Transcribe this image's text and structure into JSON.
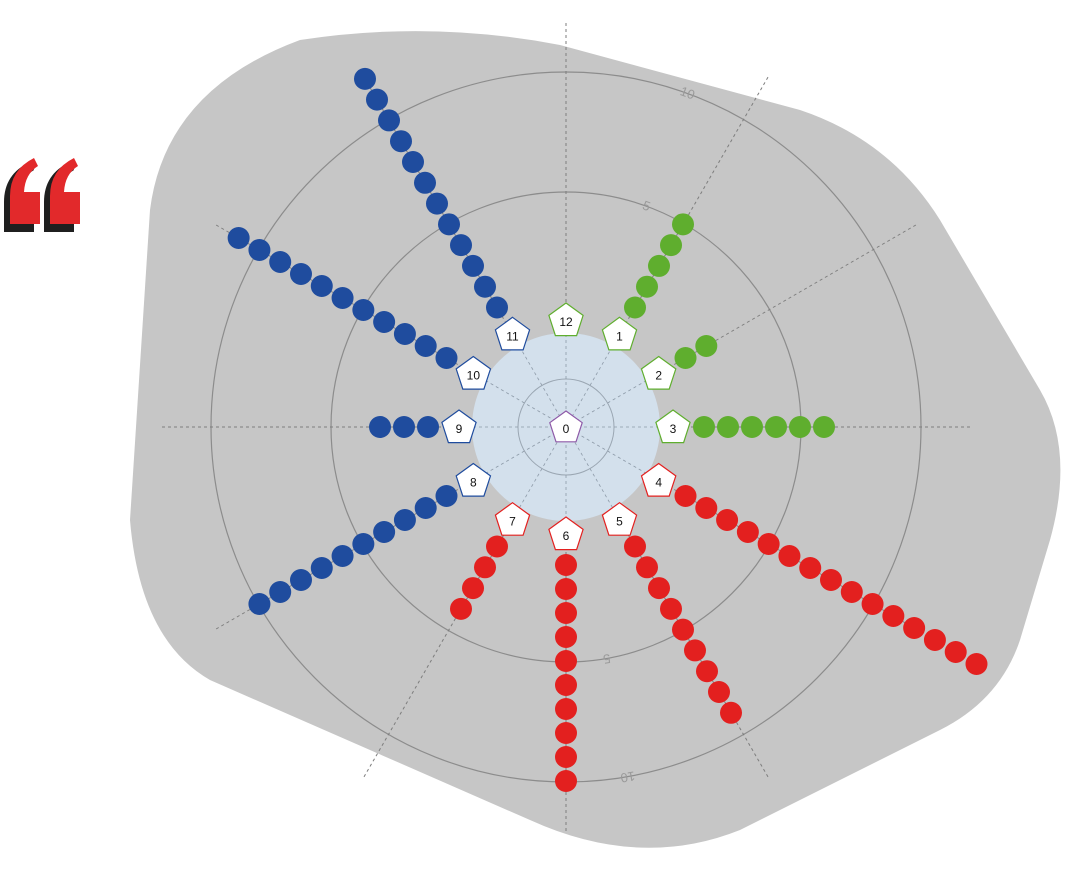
{
  "colors": {
    "blob": "#c6c6c6",
    "inner_disc": "#d3e0ec",
    "ring_stroke": "#8c8c8c",
    "spoke_stroke": "#7d7d7d",
    "ring_label": "#9a9a9a",
    "quote_red": "#e2292b",
    "quote_shadow": "#1f1f1f",
    "green": "#5fae2e",
    "blue": "#1f4c9e",
    "red": "#e3201f",
    "purple": "#8e5aa8"
  },
  "quote_icon": "quote-icon",
  "ring_labels": [
    "5",
    "10"
  ],
  "center_node": {
    "label": "0",
    "color": "purple"
  },
  "spokes": [
    {
      "label": "1",
      "color": "green",
      "count": 5
    },
    {
      "label": "2",
      "color": "green",
      "count": 2
    },
    {
      "label": "3",
      "color": "green",
      "count": 6
    },
    {
      "label": "4",
      "color": "red",
      "count": 15
    },
    {
      "label": "5",
      "color": "red",
      "count": 9
    },
    {
      "label": "6",
      "color": "red",
      "count": 10
    },
    {
      "label": "7",
      "color": "red",
      "count": 4
    },
    {
      "label": "8",
      "color": "blue",
      "count": 10
    },
    {
      "label": "9",
      "color": "blue",
      "count": 3
    },
    {
      "label": "10",
      "color": "blue",
      "count": 11
    },
    {
      "label": "11",
      "color": "blue",
      "count": 12
    },
    {
      "label": "12",
      "color": "green",
      "count": 0
    }
  ]
}
